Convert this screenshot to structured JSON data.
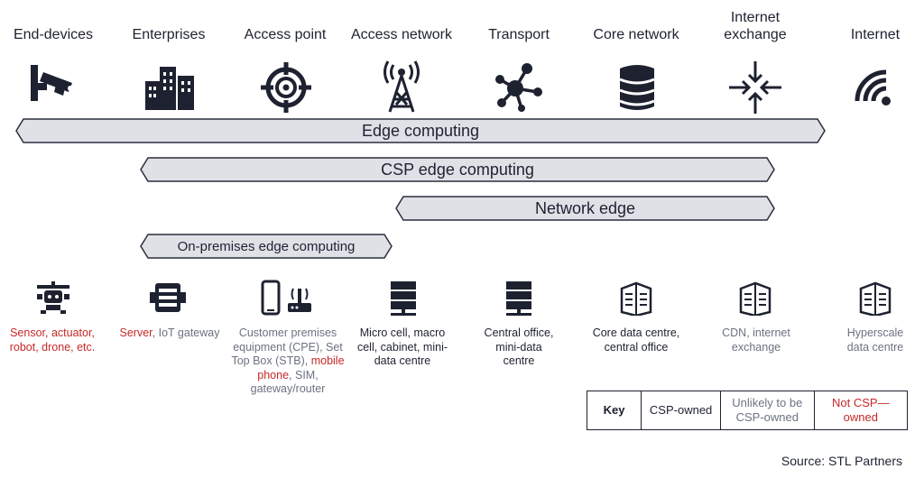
{
  "columns": [
    {
      "label": "End-devices",
      "icon": "cctv-camera-icon"
    },
    {
      "label": "Enterprises",
      "icon": "buildings-icon"
    },
    {
      "label": "Access point",
      "icon": "target-icon"
    },
    {
      "label": "Access network",
      "icon": "radio-tower-icon"
    },
    {
      "label": "Transport",
      "icon": "network-hub-icon"
    },
    {
      "label": "Core network",
      "icon": "database-icon"
    },
    {
      "label": "Internet exchange",
      "icon": "converging-arrows-icon"
    },
    {
      "label": "Internet",
      "icon": "wifi-signal-icon"
    }
  ],
  "bars": {
    "edge_computing": "Edge computing",
    "csp_edge_computing": "CSP edge computing",
    "network_edge": "Network edge",
    "on_premises": "On-premises edge computing"
  },
  "bottom_items": [
    {
      "icon": "robot-drone-icon",
      "segments": [
        {
          "text": "Sensor, actuator, robot, drone, etc.",
          "status": "not"
        }
      ]
    },
    {
      "icon": "server-gateway-icon",
      "segments": [
        {
          "text": "Server",
          "status": "not"
        },
        {
          "text": ", IoT gateway",
          "status": "unlikely"
        }
      ]
    },
    {
      "icon": "phone-router-icon",
      "segments": [
        {
          "text": "Customer premises equipment (CPE), Set Top Box (STB), ",
          "status": "unlikely"
        },
        {
          "text": "mobile phone",
          "status": "not"
        },
        {
          "text": ", SIM, gateway/router",
          "status": "unlikely"
        }
      ]
    },
    {
      "icon": "server-rack-icon",
      "segments": [
        {
          "text": "Micro cell, macro cell, cabinet, mini-data centre",
          "status": "csp"
        }
      ]
    },
    {
      "icon": "server-rack-icon",
      "segments": [
        {
          "text": "Central office, mini-data centre",
          "status": "csp"
        }
      ]
    },
    {
      "icon": "data-centre-icon",
      "segments": [
        {
          "text": "Core data centre, central office",
          "status": "csp"
        }
      ]
    },
    {
      "icon": "data-centre-icon",
      "segments": [
        {
          "text": "CDN, internet exchange",
          "status": "unlikely"
        }
      ]
    },
    {
      "icon": "data-centre-icon",
      "segments": [
        {
          "text": "Hyperscale data centre",
          "status": "unlikely"
        }
      ]
    }
  ],
  "key": {
    "title": "Key",
    "csp": "CSP-owned",
    "unlikely": "Unlikely to be CSP-owned",
    "not": "Not CSP—owned"
  },
  "colors": {
    "bar_fill": "#dfe1e7",
    "bar_stroke": "#2a2f3d",
    "icon": "#1e2230",
    "not_csp": "#c62828",
    "unlikely": "#6b7280",
    "csp": "#1e2230"
  },
  "source": "Source: STL Partners"
}
